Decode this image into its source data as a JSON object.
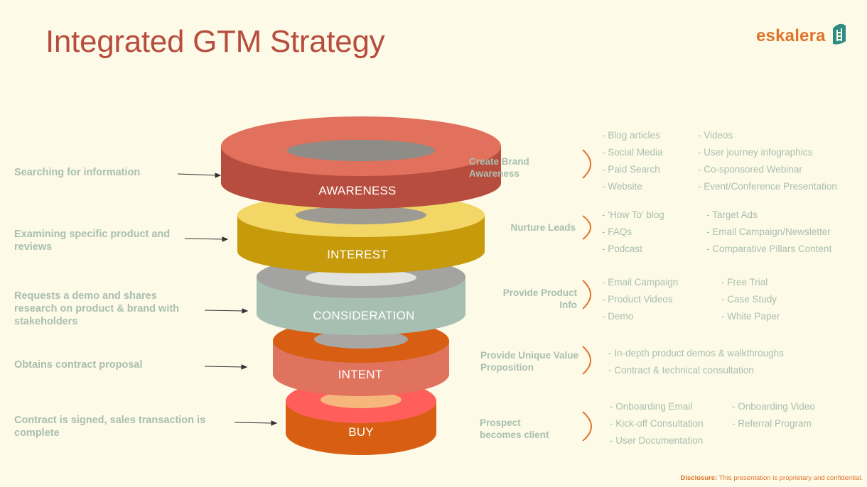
{
  "title": "Integrated GTM Strategy",
  "logo": {
    "text": "eskalera",
    "icon": "ladder-icon",
    "color": "#E0742C"
  },
  "colors": {
    "background": "#FDFAE7",
    "title": "#B74D3E",
    "muted_text": "#A9BFB0",
    "bracket": "#E0742C"
  },
  "stages": [
    {
      "name": "AWARENESS",
      "left_text": "Searching for information",
      "action": "Create Brand Awareness",
      "col1": [
        "- Blog articles",
        "- Social Media",
        "- Paid Search",
        "- Website"
      ],
      "col2": [
        "- Videos",
        "- User journey infographics",
        "- Co-sponsored Webinar",
        "- Event/Conference Presentation"
      ],
      "top_color": "#E1705C",
      "side_color": "#B74D3E",
      "hole_color": "#8E8C87"
    },
    {
      "name": "INTEREST",
      "left_text": "Examining specific product and reviews",
      "action": "Nurture Leads",
      "col1": [
        "- ‘How To’ blog",
        "- FAQs",
        "- Podcast"
      ],
      "col2": [
        "- Target Ads",
        "- Email Campaign/Newsletter",
        "- Comparative Pillars Content"
      ],
      "top_color": "#F2D767",
      "side_color": "#C69A0A",
      "hole_color": "#9C9A93"
    },
    {
      "name": "CONSIDERATION",
      "left_text": "Requests a demo and shares research on product & brand with stakeholders",
      "action": "Provide Product Info",
      "col1": [
        "- Email Campaign",
        "- Product Videos",
        "- Demo"
      ],
      "col2": [
        "- Free Trial",
        "- Case Study",
        "- White Paper"
      ],
      "top_color": "#A3A3A1",
      "side_color": "#A7BFB0",
      "hole_color": "#E2E2DE"
    },
    {
      "name": "INTENT",
      "left_text": "Obtains contract proposal",
      "action": "Provide Unique Value Proposition",
      "col1": [
        "- In-depth product demos & walkthroughs",
        "- Contract & technical consultation"
      ],
      "col2": [],
      "top_color": "#D75E12",
      "side_color": "#E0735E",
      "hole_color": "#A8A7A3"
    },
    {
      "name": "BUY",
      "left_text": "Contract is signed, sales transaction is complete",
      "action": "Prospect becomes client",
      "col1": [
        "- Onboarding Email",
        "- Kick-off Consultation",
        "- User Documentation"
      ],
      "col2": [
        "- Onboarding Video",
        "- Referral Program"
      ],
      "top_color": "#FF5E5A",
      "side_color": "#D85E12",
      "hole_color": "#F7B77C"
    }
  ],
  "disclosure": {
    "label": "Disclosure:",
    "text": "This presentation is proprietary and confidential."
  }
}
